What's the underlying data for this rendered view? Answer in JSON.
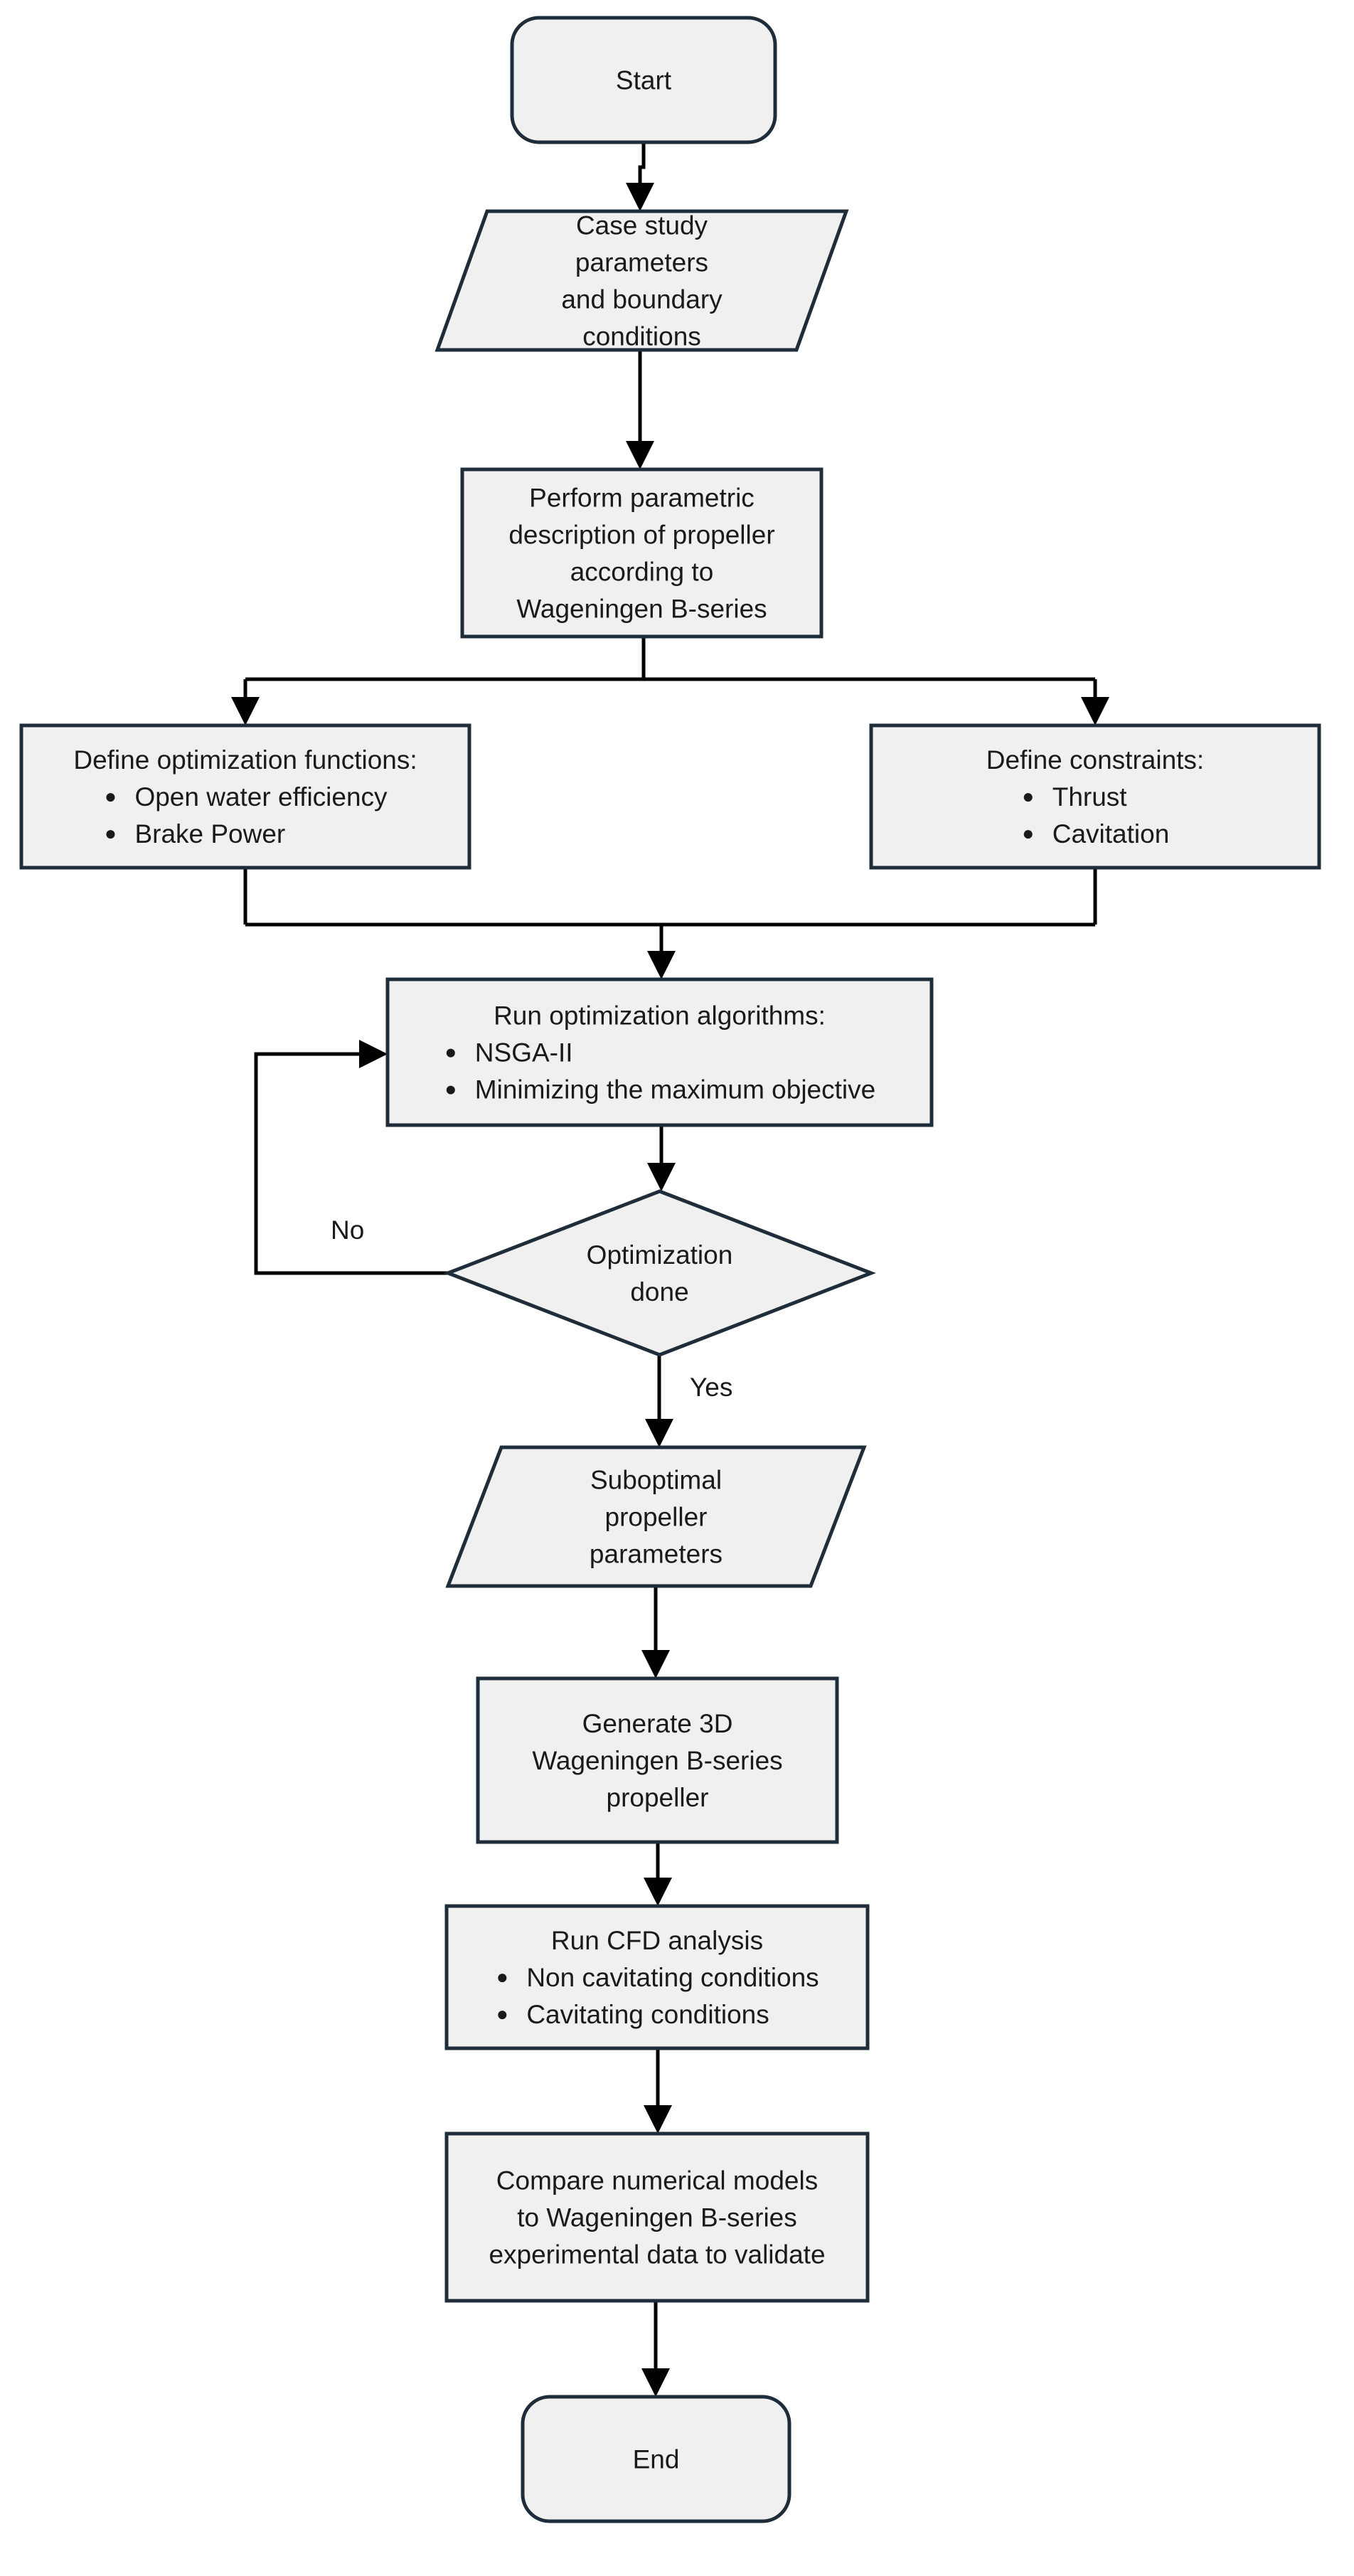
{
  "flowchart": {
    "nodes": [
      {
        "id": "start",
        "shape": "terminal",
        "lines": [
          "Start"
        ]
      },
      {
        "id": "case",
        "shape": "parallelogram",
        "lines": [
          "Case study",
          "parameters",
          "and boundary",
          "conditions"
        ]
      },
      {
        "id": "param",
        "shape": "process",
        "lines": [
          "Perform parametric",
          "description of propeller",
          "according to",
          "Wageningen B-series"
        ]
      },
      {
        "id": "funcs",
        "shape": "process",
        "lines": [
          "Define optimization functions:"
        ],
        "bullets": [
          "Open water efficiency",
          "Brake Power"
        ]
      },
      {
        "id": "cons",
        "shape": "process",
        "lines": [
          "Define constraints:"
        ],
        "bullets": [
          "Thrust",
          "Cavitation"
        ]
      },
      {
        "id": "run",
        "shape": "process",
        "lines": [
          "Run optimization algorithms:"
        ],
        "bullets": [
          "NSGA-II",
          "Minimizing the maximum objective"
        ]
      },
      {
        "id": "done",
        "shape": "decision",
        "lines": [
          "Optimization",
          "done"
        ]
      },
      {
        "id": "subopt",
        "shape": "parallelogram",
        "lines": [
          "Suboptimal",
          "propeller",
          "parameters"
        ]
      },
      {
        "id": "gen",
        "shape": "process",
        "lines": [
          "Generate 3D",
          "Wageningen B-series",
          "propeller"
        ]
      },
      {
        "id": "cfd",
        "shape": "process",
        "lines": [
          "Run CFD analysis"
        ],
        "bullets": [
          "Non cavitating conditions",
          "Cavitating conditions"
        ]
      },
      {
        "id": "compare",
        "shape": "process",
        "lines": [
          "Compare numerical models",
          "to Wageningen B-series",
          "experimental data to validate"
        ]
      },
      {
        "id": "end",
        "shape": "terminal",
        "lines": [
          "End"
        ]
      }
    ],
    "edge_labels": {
      "no": "No",
      "yes": "Yes"
    },
    "colors": {
      "fill": "#f0f0f0",
      "stroke": "#1f2d3a",
      "arrow": "#000000",
      "text": "#1a1a1a"
    }
  }
}
